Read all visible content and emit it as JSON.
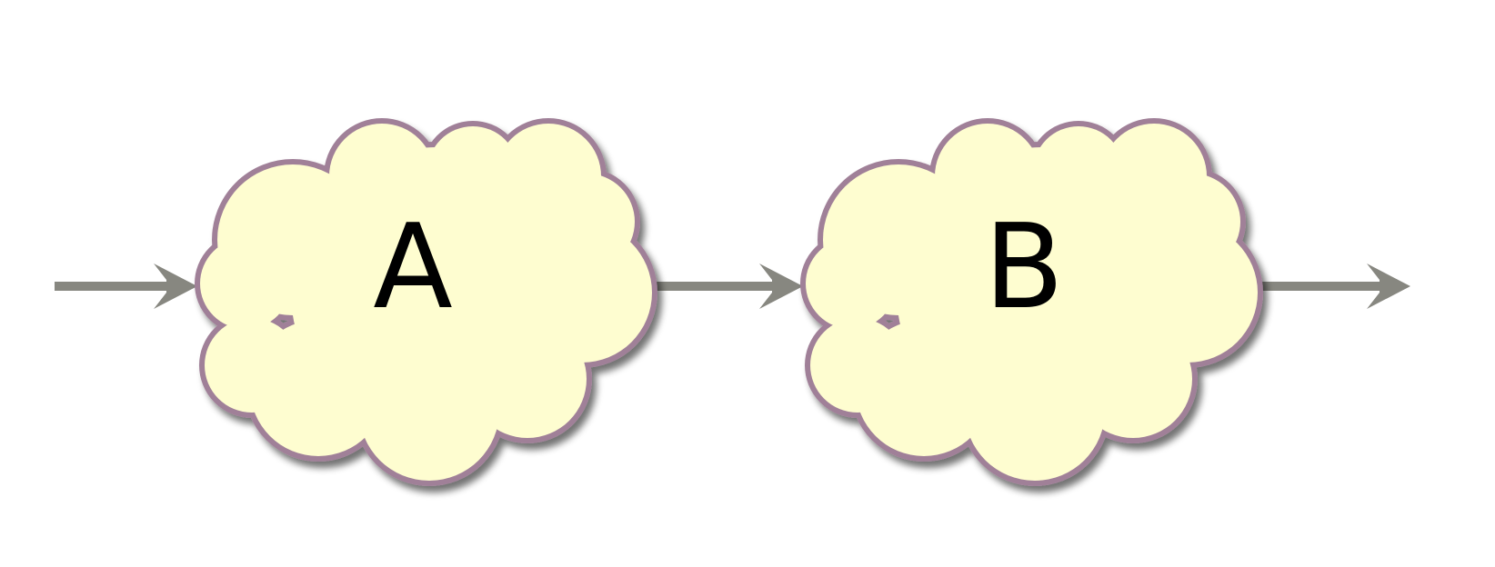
{
  "diagram": {
    "nodes": [
      {
        "id": "A",
        "label": "A",
        "shape": "cloud"
      },
      {
        "id": "B",
        "label": "B",
        "shape": "cloud"
      }
    ],
    "edges": [
      {
        "from": "",
        "to": "A"
      },
      {
        "from": "A",
        "to": "B"
      },
      {
        "from": "B",
        "to": ""
      }
    ]
  },
  "colors": {
    "cloud_fill": "#FEFDD0",
    "cloud_stroke": "#A08098",
    "arrow": "#878780",
    "shadow": "#8a8a8a",
    "text": "#000000"
  }
}
